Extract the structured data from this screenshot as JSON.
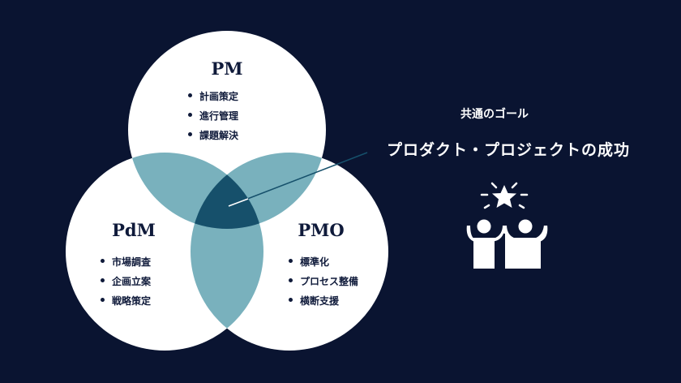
{
  "colors": {
    "background": "#0a1431",
    "circle": "#ffffff",
    "overlap_two": "#79b1bd",
    "overlap_three": "#16506b",
    "text_dark": "#0f1a3a",
    "text_light": "#ffffff"
  },
  "venn": {
    "pm": {
      "title": "PM",
      "items": [
        "計画策定",
        "進行管理",
        "課題解決"
      ]
    },
    "pdm": {
      "title": "PdM",
      "items": [
        "市場調査",
        "企画立案",
        "戦略策定"
      ]
    },
    "pmo": {
      "title": "PMO",
      "items": [
        "標準化",
        "プロセス整備",
        "横断支援"
      ]
    }
  },
  "goal": {
    "subtitle": "共通のゴール",
    "title": "プロダクト・プロジェクトの成功",
    "icon": "team-celebration-star-icon"
  }
}
